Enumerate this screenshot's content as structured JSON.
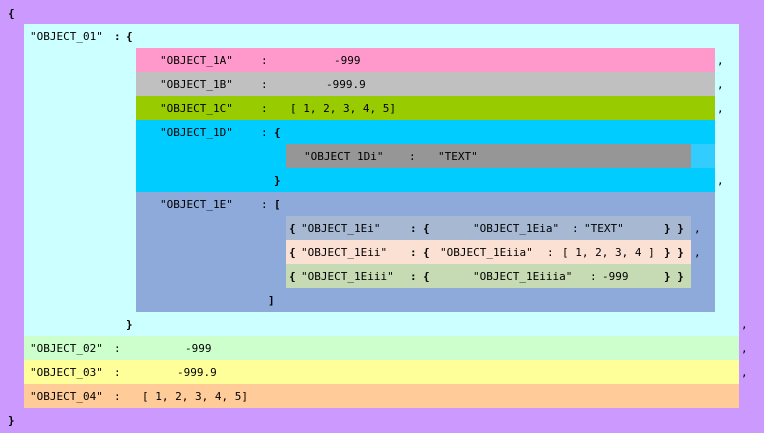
{
  "braces": {
    "open": "{",
    "close": "}",
    "open_bracket": "[",
    "close_bracket": "]",
    "close_close": "} }"
  },
  "sep": {
    "colon": ":",
    "comma": ","
  },
  "object_01": {
    "key": "\"OBJECT_01\"",
    "rows": {
      "a": {
        "key": "\"OBJECT_1A\"",
        "value": "-999"
      },
      "b": {
        "key": "\"OBJECT_1B\"",
        "value": "-999.9"
      },
      "c": {
        "key": "\"OBJECT_1C\"",
        "value": "[ 1, 2, 3, 4, 5]"
      },
      "d": {
        "key": "\"OBJECT_1D\"",
        "inner_key": "\"OBJECT 1Di\"",
        "inner_value": "\"TEXT\""
      },
      "e": {
        "key": "\"OBJECT_1E\"",
        "items": [
          {
            "key": "\"OBJECT_1Ei\"",
            "sub_key": "\"OBJECT_1Eia\"",
            "sub_value": "\"TEXT\""
          },
          {
            "key": "\"OBJECT_1Eii\"",
            "sub_key": "\"OBJECT_1Eiia\"",
            "sub_value": "[ 1, 2, 3, 4 ]"
          },
          {
            "key": "\"OBJECT_1Eiii\"",
            "sub_key": "\"OBJECT_1Eiiia\"",
            "sub_value": "-999"
          }
        ]
      }
    }
  },
  "object_02": {
    "key": "\"OBJECT_02\"",
    "value": "-999"
  },
  "object_03": {
    "key": "\"OBJECT_03\"",
    "value": "-999.9"
  },
  "object_04": {
    "key": "\"OBJECT_04\"",
    "value": "[ 1, 2, 3, 4, 5]"
  },
  "colors": {
    "outer": "#cc99ff",
    "object_01": "#ccffff",
    "row_1a": "#ff99cc",
    "row_1b": "#c0c0c0",
    "row_1c": "#99cc00",
    "row_1d": "#00ccff",
    "row_1di": "#969696",
    "row_1e": "#8eaadb",
    "row_1ei": "#a6b8d2",
    "row_1eii": "#fbe0d4",
    "row_1eiii": "#c6dbb3",
    "object_02": "#ccffcc",
    "object_03": "#ffff99",
    "object_04": "#ffcc99"
  }
}
